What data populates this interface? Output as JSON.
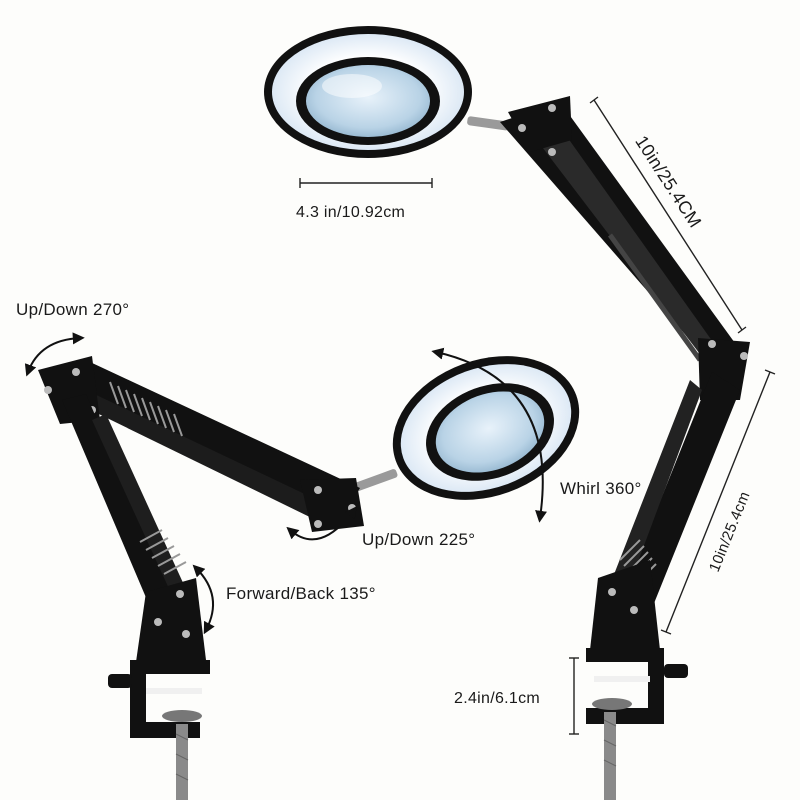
{
  "labels": {
    "head_diameter": "4.3 in/10.92cm",
    "upper_arm_length": "10in/25.4CM",
    "lower_arm_length": "10in/25.4cm",
    "clamp_opening": "2.4in/6.1cm",
    "top_joint_rotation": "Up/Down 270°",
    "head_rotation": "Up/Down 225°",
    "whirl_rotation": "Whirl 360°",
    "base_joint_rotation": "Forward/Back 135°"
  },
  "colors": {
    "background": "#fdfdfb",
    "arm": "#111111",
    "lens": "#cfe2f0",
    "light_ring": "#f7fbff",
    "dimension_line": "#222222"
  }
}
